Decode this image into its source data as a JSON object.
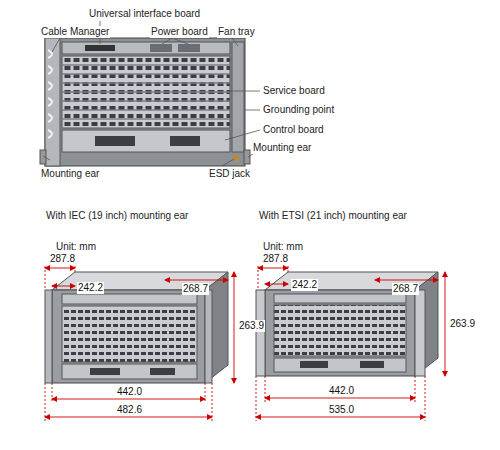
{
  "diagram": {
    "labels": [
      "Universal interface board",
      "Cable Manager",
      "Power board",
      "Fan tray",
      "Service board",
      "Grounding point",
      "Control board",
      "Mounting ear",
      "ESD jack",
      "Mounting ear",
      "With IEC (19 inch) mounting ear",
      "With ETSI (21 inch) mounting ear",
      "Unit: mm",
      "287.8",
      "242.2",
      "268.7",
      "263.9",
      "442.0",
      "482.6",
      "Unit: mm",
      "287.8",
      "242.2",
      "268.7",
      "263.9",
      "442.0",
      "535.0"
    ]
  }
}
